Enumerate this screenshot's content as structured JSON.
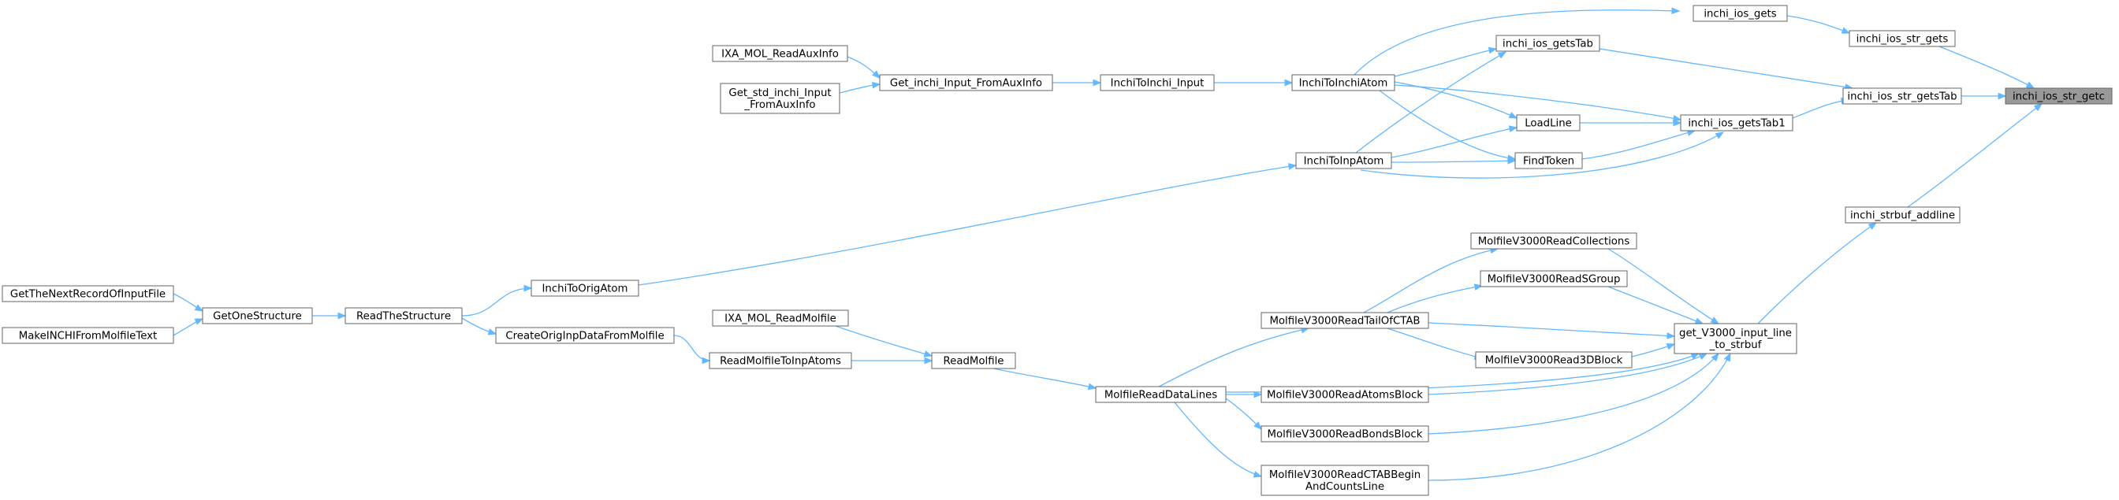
{
  "graph": {
    "root": "inchi_ios_str_getc",
    "nodes": [
      {
        "id": "root",
        "label": [
          "inchi_ios_str_getc"
        ],
        "root": true
      },
      {
        "id": "gets",
        "label": [
          "inchi_ios_gets"
        ]
      },
      {
        "id": "str_gets",
        "label": [
          "inchi_ios_str_gets"
        ]
      },
      {
        "id": "getsTab",
        "label": [
          "inchi_ios_getsTab"
        ]
      },
      {
        "id": "str_getsTab",
        "label": [
          "inchi_ios_str_getsTab"
        ]
      },
      {
        "id": "getsTab1",
        "label": [
          "inchi_ios_getsTab1"
        ]
      },
      {
        "id": "strbuf_addline",
        "label": [
          "inchi_strbuf_addline"
        ]
      },
      {
        "id": "ixa_aux",
        "label": [
          "IXA_MOL_ReadAuxInfo"
        ]
      },
      {
        "id": "get_std_aux",
        "label": [
          "Get_std_inchi_Input",
          "_FromAuxInfo"
        ]
      },
      {
        "id": "get_inchi_aux",
        "label": [
          "Get_inchi_Input_FromAuxInfo"
        ]
      },
      {
        "id": "inchi_to_input",
        "label": [
          "InchiToInchi_Input"
        ]
      },
      {
        "id": "inchi_to_atom",
        "label": [
          "InchiToInchiAtom"
        ]
      },
      {
        "id": "loadline",
        "label": [
          "LoadLine"
        ]
      },
      {
        "id": "inchi_to_inp",
        "label": [
          "InchiToInpAtom"
        ]
      },
      {
        "id": "findtoken",
        "label": [
          "FindToken"
        ]
      },
      {
        "id": "inchi_to_orig",
        "label": [
          "InchiToOrigAtom"
        ]
      },
      {
        "id": "next_record",
        "label": [
          "GetTheNextRecordOfInputFile"
        ]
      },
      {
        "id": "make_inchi",
        "label": [
          "MakeINCHIFromMolfileText"
        ]
      },
      {
        "id": "get_one",
        "label": [
          "GetOneStructure"
        ]
      },
      {
        "id": "read_structure",
        "label": [
          "ReadTheStructure"
        ]
      },
      {
        "id": "create_orig",
        "label": [
          "CreateOrigInpDataFromMolfile"
        ]
      },
      {
        "id": "ixa_molfile",
        "label": [
          "IXA_MOL_ReadMolfile"
        ]
      },
      {
        "id": "read_to_inp",
        "label": [
          "ReadMolfileToInpAtoms"
        ]
      },
      {
        "id": "read_molfile",
        "label": [
          "ReadMolfile"
        ]
      },
      {
        "id": "read_data_lines",
        "label": [
          "MolfileReadDataLines"
        ]
      },
      {
        "id": "v3_collections",
        "label": [
          "MolfileV3000ReadCollections"
        ]
      },
      {
        "id": "v3_sgroup",
        "label": [
          "MolfileV3000ReadSGroup"
        ]
      },
      {
        "id": "v3_tail",
        "label": [
          "MolfileV3000ReadTailOfCTAB"
        ]
      },
      {
        "id": "v3_3d",
        "label": [
          "MolfileV3000Read3DBlock"
        ]
      },
      {
        "id": "v3_atoms",
        "label": [
          "MolfileV3000ReadAtomsBlock"
        ]
      },
      {
        "id": "v3_bonds",
        "label": [
          "MolfileV3000ReadBondsBlock"
        ]
      },
      {
        "id": "v3_ctab",
        "label": [
          "MolfileV3000ReadCTABBegin",
          "AndCountsLine"
        ]
      },
      {
        "id": "v3_line",
        "label": [
          "get_V3000_input_line",
          "_to_strbuf"
        ]
      }
    ],
    "edges": [
      {
        "from": "str_gets",
        "to": "root"
      },
      {
        "from": "str_getsTab",
        "to": "root"
      },
      {
        "from": "strbuf_addline",
        "to": "root"
      },
      {
        "from": "gets",
        "to": "str_gets"
      },
      {
        "from": "getsTab",
        "to": "str_getsTab"
      },
      {
        "from": "getsTab1",
        "to": "str_getsTab"
      },
      {
        "from": "v3_line",
        "to": "strbuf_addline"
      },
      {
        "from": "inchi_to_atom",
        "to": "gets"
      },
      {
        "from": "inchi_to_atom",
        "to": "getsTab"
      },
      {
        "from": "inchi_to_inp",
        "to": "getsTab"
      },
      {
        "from": "inchi_to_atom",
        "to": "getsTab1"
      },
      {
        "from": "loadline",
        "to": "getsTab1"
      },
      {
        "from": "findtoken",
        "to": "getsTab1"
      },
      {
        "from": "inchi_to_inp",
        "to": "getsTab1"
      },
      {
        "from": "inchi_to_atom",
        "to": "loadline"
      },
      {
        "from": "inchi_to_inp",
        "to": "loadline"
      },
      {
        "from": "inchi_to_atom",
        "to": "findtoken"
      },
      {
        "from": "inchi_to_inp",
        "to": "findtoken"
      },
      {
        "from": "inchi_to_input",
        "to": "inchi_to_atom"
      },
      {
        "from": "get_inchi_aux",
        "to": "inchi_to_input"
      },
      {
        "from": "ixa_aux",
        "to": "get_inchi_aux"
      },
      {
        "from": "get_std_aux",
        "to": "get_inchi_aux"
      },
      {
        "from": "inchi_to_orig",
        "to": "inchi_to_inp"
      },
      {
        "from": "read_structure",
        "to": "inchi_to_orig"
      },
      {
        "from": "get_one",
        "to": "read_structure"
      },
      {
        "from": "next_record",
        "to": "get_one"
      },
      {
        "from": "make_inchi",
        "to": "get_one"
      },
      {
        "from": "read_structure",
        "to": "create_orig"
      },
      {
        "from": "create_orig",
        "to": "read_to_inp"
      },
      {
        "from": "ixa_molfile",
        "to": "read_molfile"
      },
      {
        "from": "read_to_inp",
        "to": "read_molfile"
      },
      {
        "from": "read_molfile",
        "to": "read_data_lines"
      },
      {
        "from": "read_data_lines",
        "to": "v3_tail"
      },
      {
        "from": "read_data_lines",
        "to": "v3_atoms"
      },
      {
        "from": "read_data_lines",
        "to": "v3_bonds"
      },
      {
        "from": "read_data_lines",
        "to": "v3_ctab"
      },
      {
        "from": "v3_tail",
        "to": "v3_collections"
      },
      {
        "from": "v3_tail",
        "to": "v3_sgroup"
      },
      {
        "from": "v3_tail",
        "to": "v3_3d"
      },
      {
        "from": "v3_tail",
        "to": "v3_line"
      },
      {
        "from": "v3_collections",
        "to": "v3_line"
      },
      {
        "from": "v3_sgroup",
        "to": "v3_line"
      },
      {
        "from": "v3_3d",
        "to": "v3_line"
      },
      {
        "from": "read_data_lines",
        "to": "v3_line"
      },
      {
        "from": "v3_atoms",
        "to": "v3_line"
      },
      {
        "from": "v3_bonds",
        "to": "v3_line"
      },
      {
        "from": "v3_ctab",
        "to": "v3_line"
      }
    ],
    "colors": {
      "edge": "#63b8ff",
      "node_border": "#666666",
      "node_fill": "#ffffff",
      "root_fill": "#999999",
      "background": "#ffffff"
    }
  }
}
